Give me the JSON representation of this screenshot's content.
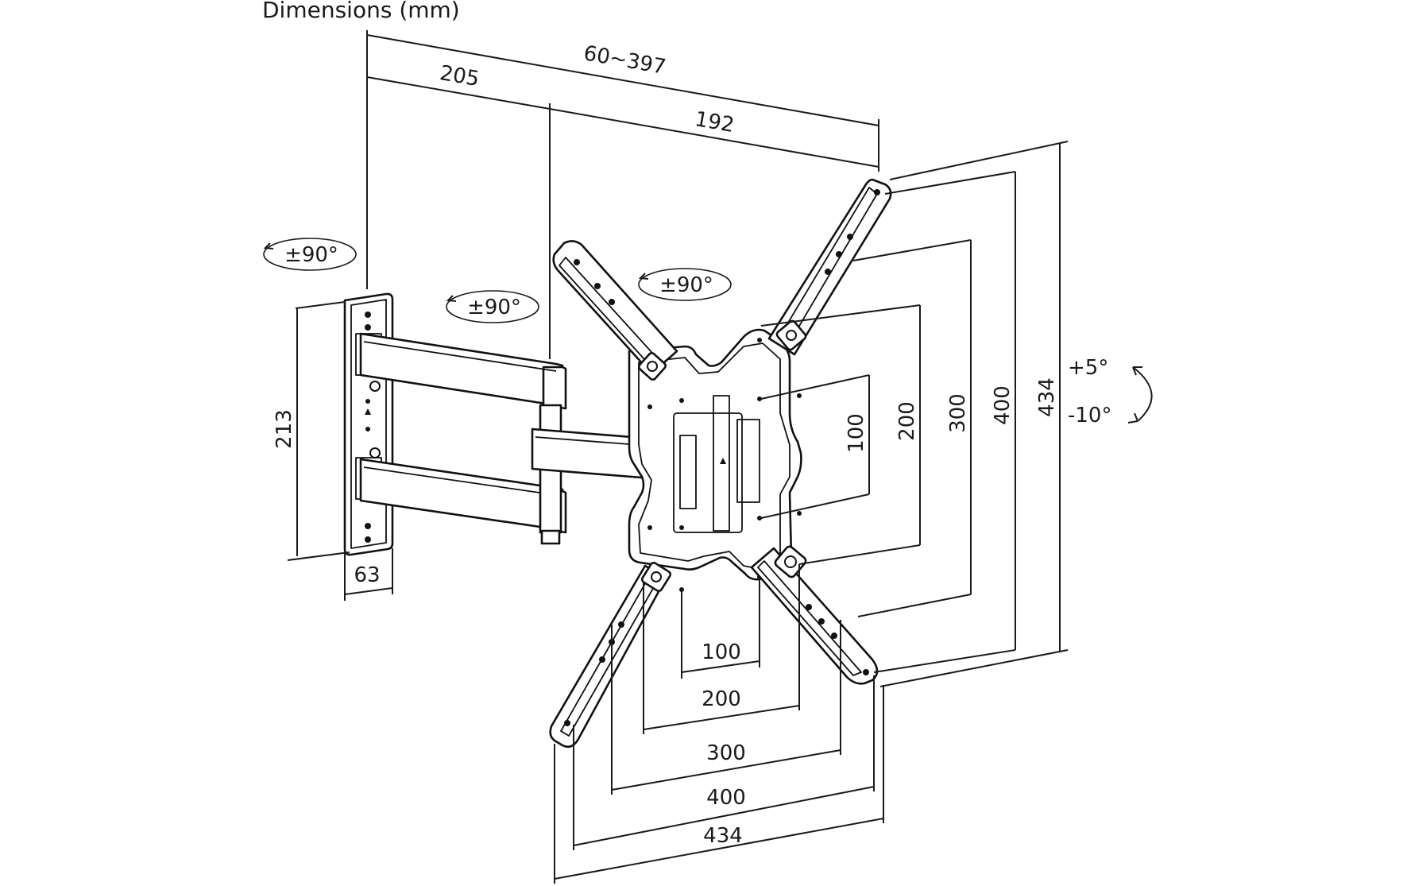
{
  "title": "Dimensions (mm)",
  "rotations": {
    "wall_plate": "±90°",
    "arm_joint": "±90°",
    "vesa_plate": "±90°"
  },
  "tilt": {
    "up": "+5°",
    "down": "-10°"
  },
  "dimensions": {
    "extension_range": "60~397",
    "arm_length": "205",
    "arm_to_plate": "192",
    "wall_plate_height": "213",
    "wall_plate_width": "63",
    "v100": "100",
    "v200": "200",
    "v300": "300",
    "v400": "400",
    "v434": "434",
    "h100": "100",
    "h200": "200",
    "h300": "300",
    "h400": "400",
    "h434": "434"
  }
}
